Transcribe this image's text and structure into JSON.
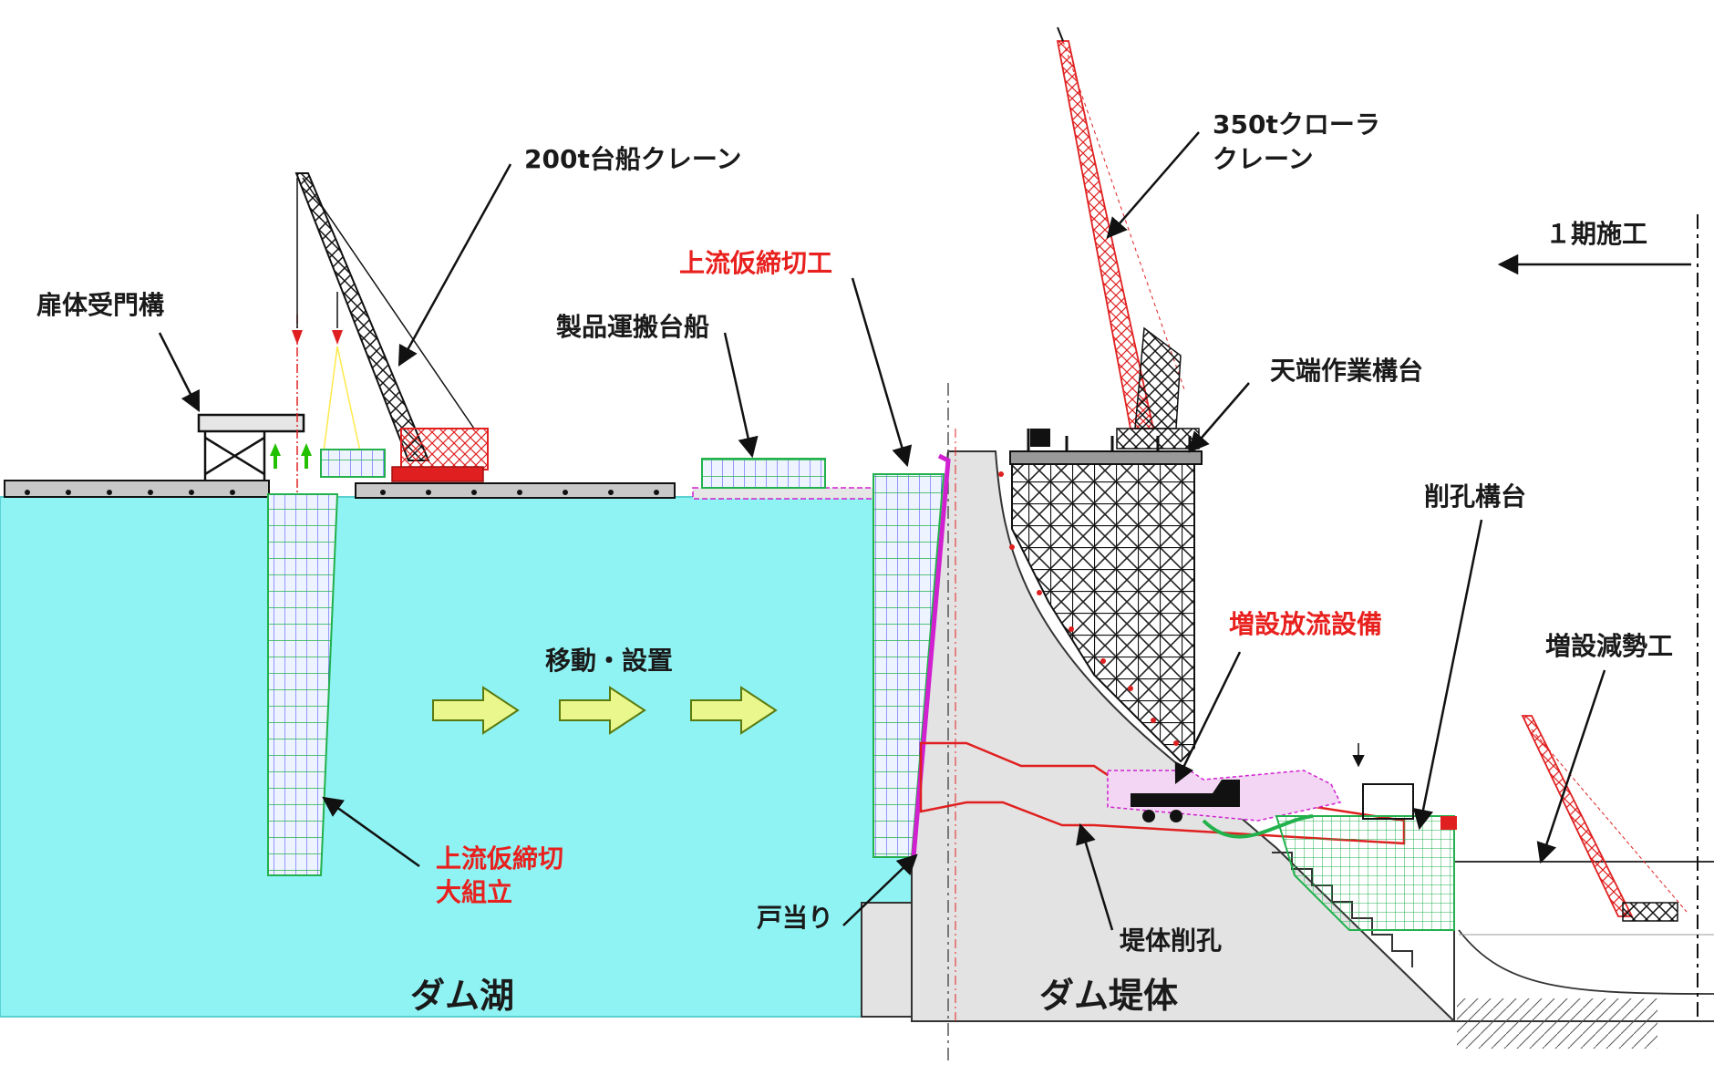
{
  "labels": {
    "gate_frame": "扉体受門構",
    "barge_crane": "200t台船クレーン",
    "transport_barge": "製品運搬台船",
    "upstream_cofferdam_work": "上流仮締切工",
    "crawler_crane_line1": "350tクローラ",
    "crawler_crane_line2": "クレーン",
    "phase1": "１期施工",
    "crest_platform": "天端作業構台",
    "drilling_platform": "削孔構台",
    "added_outlet": "増設放流設備",
    "added_stilling": "増設減勢工",
    "move_install": "移動・設置",
    "cofferdam_assembly_line1": "上流仮締切",
    "cofferdam_assembly_line2": "大組立",
    "door_stop": "戸当り",
    "dam_drilling": "堤体削孔",
    "dam_lake": "ダム湖",
    "dam_body": "ダム堤体"
  },
  "colors": {
    "water": "#8ff3f3",
    "concrete": "#e3e3e3",
    "annotation_red": "#e8201e",
    "arrow_fill": "#eaf78c",
    "arrow_stroke": "#5a7a10",
    "crane_red": "#e02020",
    "cofferdam_green": "#22b14c",
    "cofferdam_blue": "#6a6aff",
    "magenta": "#d020d0"
  }
}
